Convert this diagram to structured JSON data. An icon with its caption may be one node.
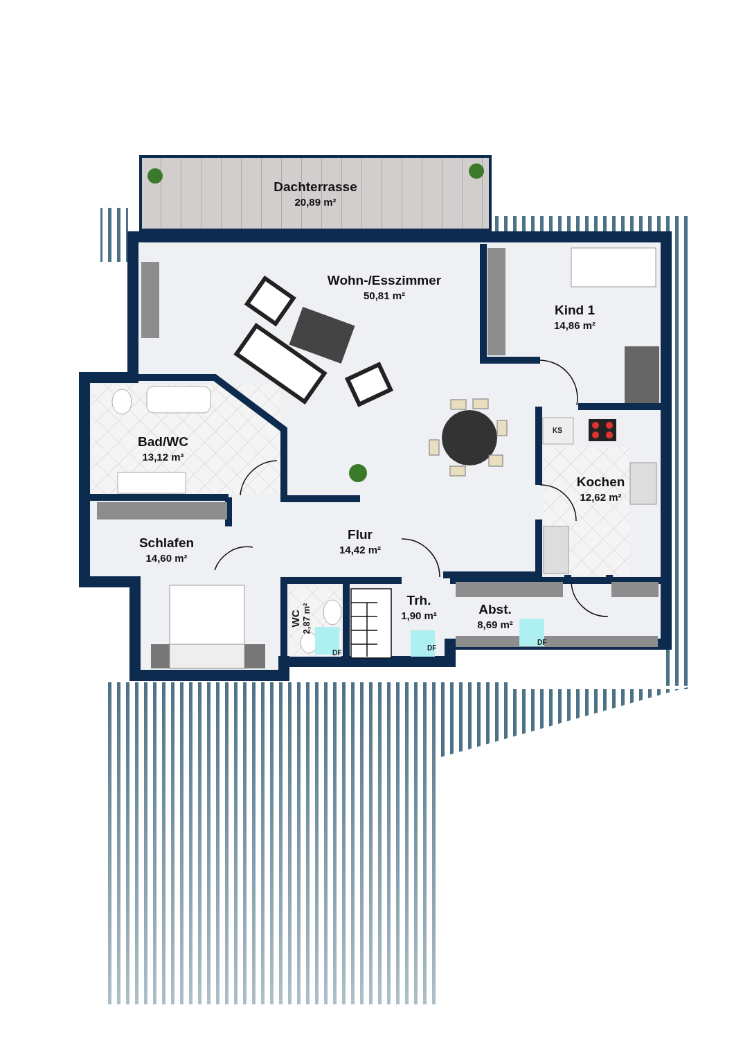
{
  "diagram": {
    "nodes": [
      {
        "text": [
          "Dachterrasse",
          "20,89 m²"
        ]
      },
      {
        "text": [
          "Wohn-/Esszimmer",
          "50,81 m²"
        ]
      },
      {
        "text": [
          "Kind 1",
          "14,86 m²"
        ]
      },
      {
        "text": [
          "Bad/WC",
          "13,12 m²"
        ]
      },
      {
        "text": [
          "Kochen",
          "12,62 m²"
        ]
      },
      {
        "text": [
          "Schlafen",
          "14,60 m²"
        ]
      },
      {
        "text": [
          "Flur",
          "14,42 m²"
        ]
      },
      {
        "text": [
          "WC",
          "2,87 m²"
        ]
      },
      {
        "text": [
          "Trh.",
          "1,90 m²"
        ]
      },
      {
        "text": [
          "Abst.",
          "8,69 m²"
        ]
      }
    ],
    "edges": [],
    "labels": [
      "KS",
      "DF",
      "DF",
      "DF"
    ]
  }
}
